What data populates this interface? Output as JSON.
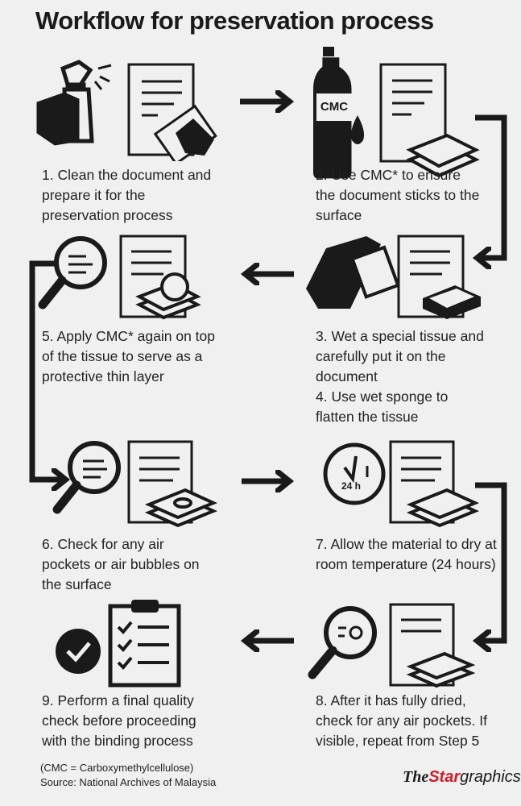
{
  "title": "Workflow for preservation process",
  "steps": {
    "s1": "1. Clean the document and prepare it for the preservation process",
    "s2": "2. Use CMC* to ensure the document sticks to the surface",
    "s3": "3. Wet a special tissue and carefully put it on the document",
    "s4": "4. Use wet sponge to flatten the tissue",
    "s5": "5. Apply CMC* again on top of the tissue to serve as a protective thin layer",
    "s6": "6. Check for any air pockets or air bubbles on the surface",
    "s7": "7. Allow the material to dry at room temperature (24 hours)",
    "s8": "8. After it has fully dried, check for any air pockets. If visible, repeat from Step 5",
    "s9": "9. Perform a final quality check before proceeding with the binding process"
  },
  "icons": {
    "bottle_label": "CMC",
    "clock_label": "24 h"
  },
  "footer": {
    "note": "(CMC = Carboxymethylcellulose)",
    "source": "Source: National Archives of Malaysia"
  },
  "logo": {
    "the": "The",
    "star": "Star",
    "graphics": "graphics"
  },
  "colors": {
    "background": "#eff0ef",
    "ink": "#1a1a1a",
    "brand_red": "#d01e2a"
  }
}
